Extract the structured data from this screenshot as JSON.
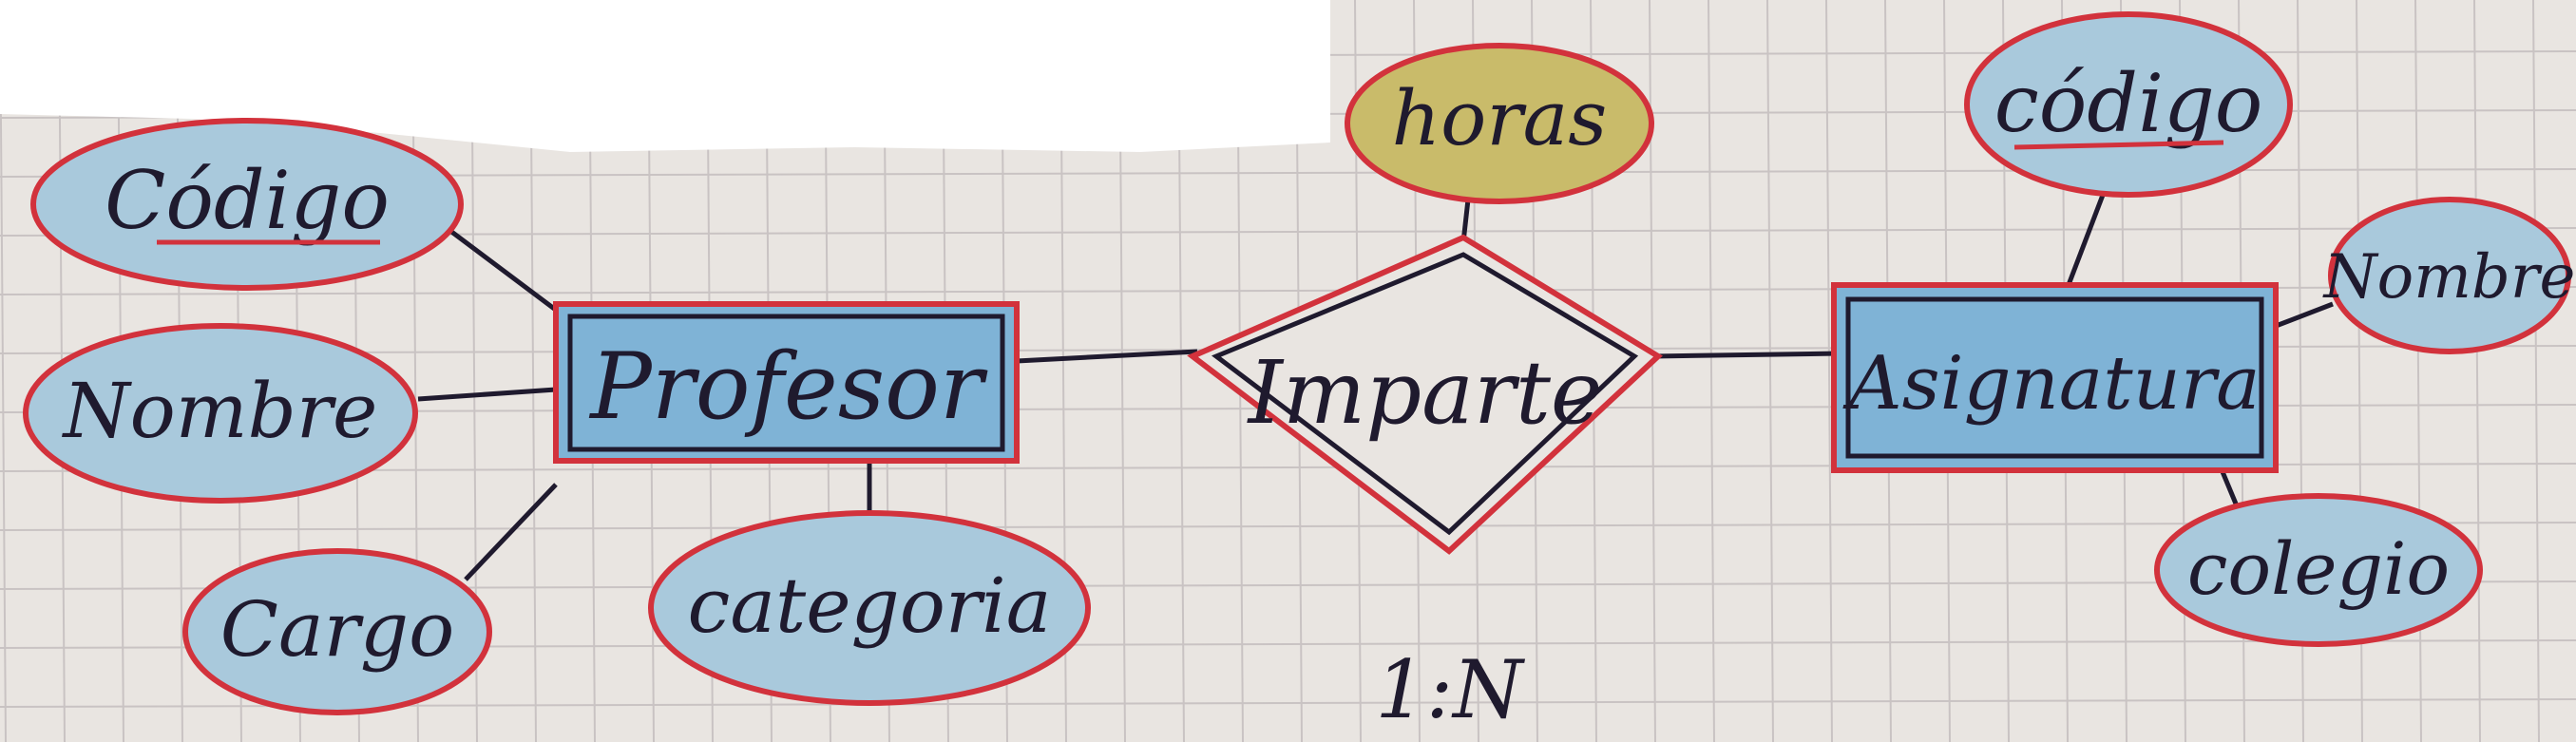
{
  "diagram": {
    "entities": [
      {
        "id": "profesor",
        "label": "Profesor"
      },
      {
        "id": "asignatura",
        "label": "Asignatura"
      }
    ],
    "relationship": {
      "label": "Imparte",
      "cardinality": "1:N"
    },
    "attributes": {
      "profesor_codigo": {
        "label": "Código",
        "primary_key": true
      },
      "profesor_nombre": {
        "label": "Nombre"
      },
      "profesor_cargo": {
        "label": "Cargo"
      },
      "profesor_categoria": {
        "label": "categoria"
      },
      "relationship_horas": {
        "label": "horas"
      },
      "asignatura_codigo": {
        "label": "código",
        "primary_key": true
      },
      "asignatura_nombre": {
        "label": "Nombre"
      },
      "asignatura_colegio": {
        "label": "colegio"
      }
    },
    "colors": {
      "entity_fill": "#7fb3d6",
      "attribute_fill": "#a9c9dc",
      "relationship_attr_fill": "#c9bb6a",
      "outline": "#d2323c",
      "ink": "#1f1a2e",
      "paper": "#e9e5e1",
      "grid": "#c9c3c3"
    }
  }
}
